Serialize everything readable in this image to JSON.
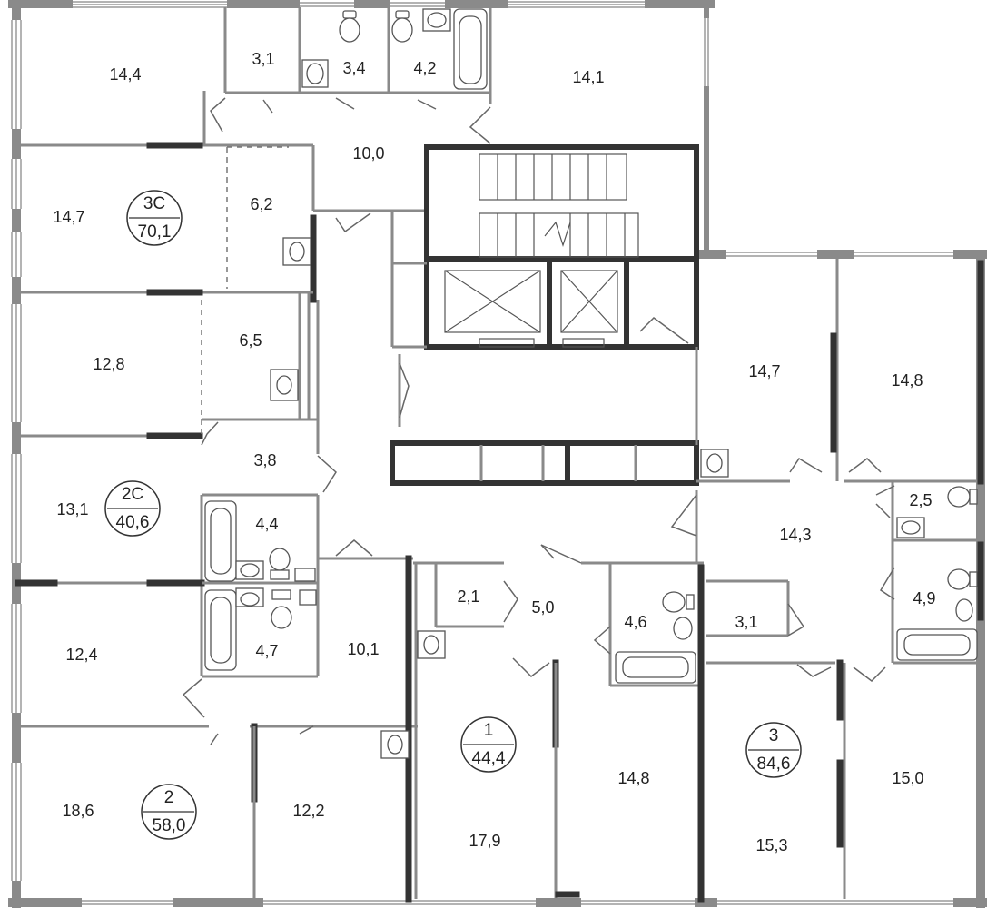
{
  "rooms": [
    {
      "id": "r1",
      "area": "14,4"
    },
    {
      "id": "r2",
      "area": "3,1"
    },
    {
      "id": "r3",
      "area": "3,4"
    },
    {
      "id": "r4",
      "area": "4,2"
    },
    {
      "id": "r5",
      "area": "14,1"
    },
    {
      "id": "r6",
      "area": "10,0"
    },
    {
      "id": "r7",
      "area": "14,7"
    },
    {
      "id": "r8",
      "area": "6,2"
    },
    {
      "id": "r9",
      "area": "12,8"
    },
    {
      "id": "r10",
      "area": "6,5"
    },
    {
      "id": "r11",
      "area": "3,8"
    },
    {
      "id": "r12",
      "area": "13,1"
    },
    {
      "id": "r13",
      "area": "4,4"
    },
    {
      "id": "r14",
      "area": "4,7"
    },
    {
      "id": "r15",
      "area": "10,1"
    },
    {
      "id": "r16",
      "area": "12,4"
    },
    {
      "id": "r17",
      "area": "18,6"
    },
    {
      "id": "r18",
      "area": "12,2"
    },
    {
      "id": "r19",
      "area": "2,1"
    },
    {
      "id": "r20",
      "area": "5,0"
    },
    {
      "id": "r21",
      "area": "4,6"
    },
    {
      "id": "r22",
      "area": "17,9"
    },
    {
      "id": "r23",
      "area": "14,8"
    },
    {
      "id": "r24",
      "area": "14,7"
    },
    {
      "id": "r25",
      "area": "14,8"
    },
    {
      "id": "r26",
      "area": "14,3"
    },
    {
      "id": "r27",
      "area": "2,5"
    },
    {
      "id": "r28",
      "area": "4,9"
    },
    {
      "id": "r29",
      "area": "3,1"
    },
    {
      "id": "r30",
      "area": "15,3"
    },
    {
      "id": "r31",
      "area": "15,0"
    }
  ],
  "apartments": [
    {
      "id": "a3c",
      "rooms": "3С",
      "total": "70,1"
    },
    {
      "id": "a2c",
      "rooms": "2С",
      "total": "40,6"
    },
    {
      "id": "a2",
      "rooms": "2",
      "total": "58,0"
    },
    {
      "id": "a1",
      "rooms": "1",
      "total": "44,4"
    },
    {
      "id": "a3",
      "rooms": "3",
      "total": "84,6"
    }
  ]
}
